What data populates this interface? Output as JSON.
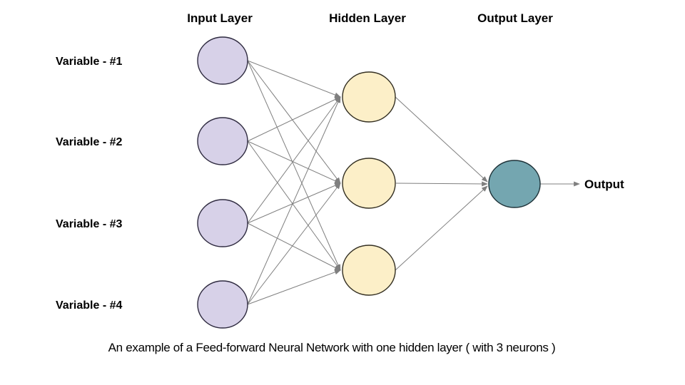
{
  "diagram": {
    "headers": {
      "input": "Input Layer",
      "hidden": "Hidden Layer",
      "output": "Output Layer"
    },
    "input_labels": [
      "Variable - #1",
      "Variable - #2",
      "Variable - #3",
      "Variable - #4"
    ],
    "output_label": "Output",
    "caption": "An example of a Feed-forward Neural Network with one hidden layer ( with 3 neurons )",
    "structure": {
      "type": "feed-forward neural network",
      "input_neurons": 4,
      "hidden_layers": 1,
      "hidden_neurons": 3,
      "output_neurons": 1,
      "connectivity": "fully-connected between adjacent layers"
    },
    "colors": {
      "background": "#ffffff",
      "text": "#000000",
      "edge": "#7f7f7f",
      "input_node_fill": "#d7d1e8",
      "input_node_stroke": "#2f2b40",
      "hidden_node_fill": "#fcefc8",
      "hidden_node_stroke": "#332f22",
      "output_node_fill": "#74a6b0",
      "output_node_stroke": "#1e3238"
    }
  }
}
